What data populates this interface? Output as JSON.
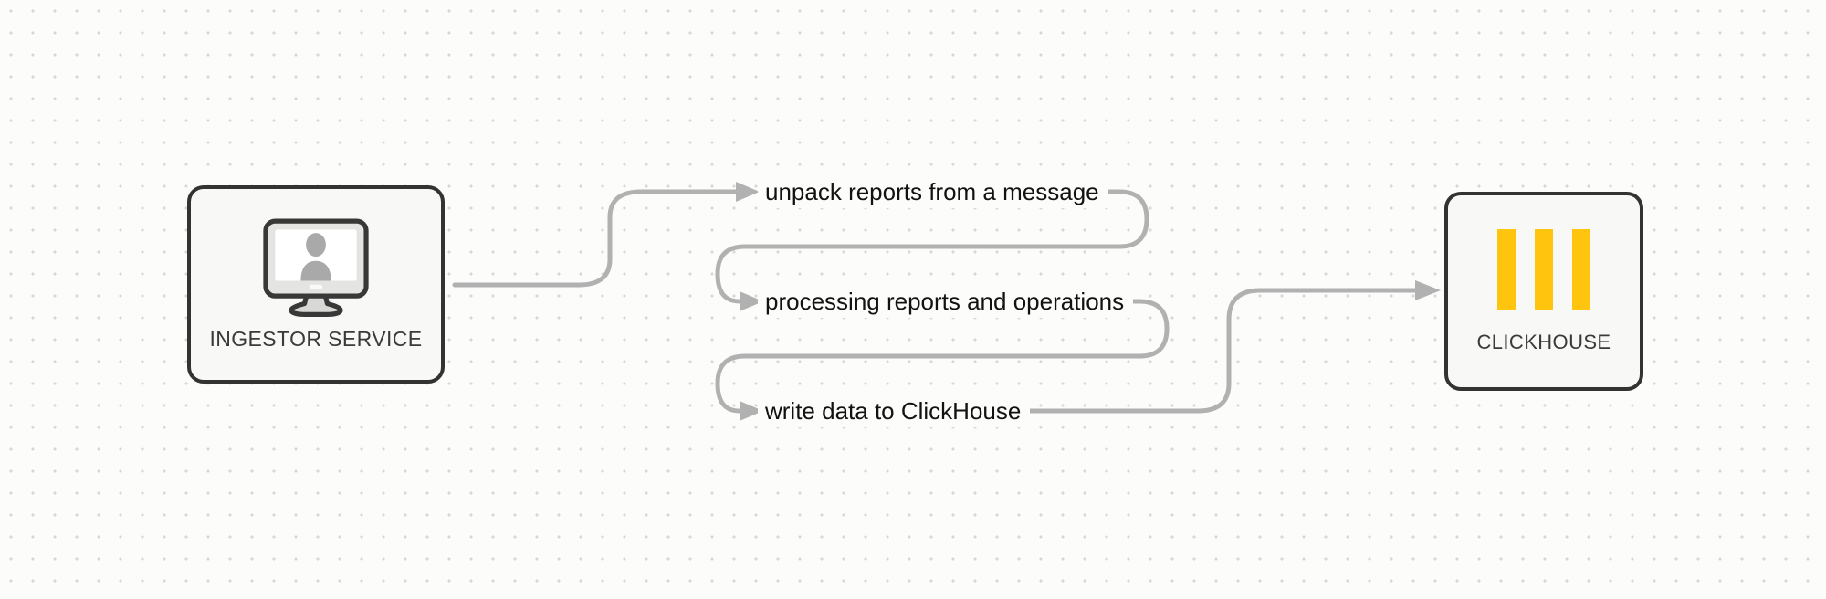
{
  "diagram": {
    "source_node": {
      "label": "INGESTOR SERVICE",
      "icon": "monitor-user-icon"
    },
    "target_node": {
      "label": "CLICKHOUSE",
      "icon": "clickhouse-bars-logo"
    },
    "steps": [
      {
        "label": "unpack reports from a message"
      },
      {
        "label": "processing reports and operations"
      },
      {
        "label": "write data to ClickHouse"
      }
    ]
  },
  "colors": {
    "background": "#FCFCFA",
    "dot": "#D8D8D6",
    "connector": "#B1B1B1",
    "node_border": "#333333",
    "node_fill": "#F8F8F6",
    "node_label": "#3A3A3A",
    "step_text": "#121212",
    "logo_yellow": "#FFC40D",
    "icon_outline": "#383838",
    "icon_bezel": "#E4E4E2",
    "icon_silhouette": "#A9A9A9"
  }
}
